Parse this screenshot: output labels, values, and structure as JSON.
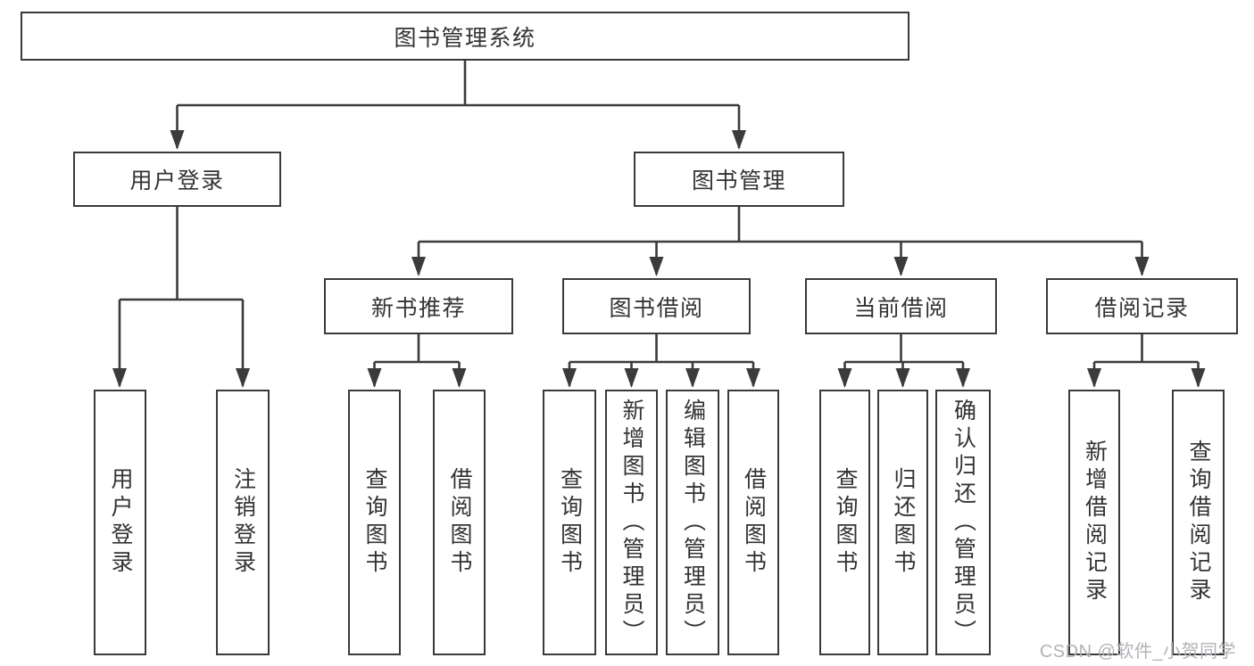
{
  "nodes": {
    "root": "图书管理系统",
    "level2": [
      "用户登录",
      "图书管理"
    ],
    "level3": [
      "新书推荐",
      "图书借阅",
      "当前借阅",
      "借阅记录"
    ],
    "leaves": {
      "user_login_children": [
        "用户登录",
        "注销登录"
      ],
      "new_book_children": [
        "查询图书",
        "借阅图书"
      ],
      "book_borrow_children": [
        "查询图书",
        "新增图书（管理员）",
        "编辑图书（管理员）",
        "借阅图书"
      ],
      "current_borrow_children": [
        "查询图书",
        "归还图书",
        "确认归还（管理员）"
      ],
      "borrow_record_children": [
        "新增借阅记录",
        "查询借阅记录"
      ]
    }
  },
  "watermark": "CSDN @软件_小贺同学",
  "colors": {
    "line": "#3b3b3b",
    "box_border": "#3a3a3a",
    "text": "#333333",
    "watermark": "#b0b3b7",
    "background": "#ffffff"
  }
}
